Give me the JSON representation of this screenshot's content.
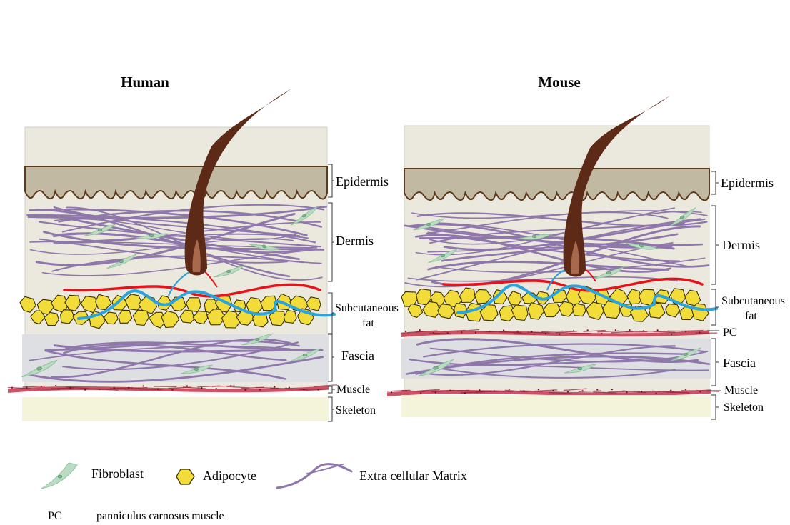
{
  "panels": {
    "human": {
      "title": "Human",
      "labels": {
        "epidermis": "Epidermis",
        "dermis": "Dermis",
        "subcutaneous_line1": "Subcutaneous",
        "subcutaneous_line2": "fat",
        "fascia": "Fascia",
        "muscle": "Muscle",
        "skeleton": "Skeleton"
      }
    },
    "mouse": {
      "title": "Mouse",
      "labels": {
        "epidermis": "Epidermis",
        "dermis": "Dermis",
        "subcutaneous_line1": "Subcutaneous",
        "subcutaneous_line2": "fat",
        "pc": "PC",
        "fascia": "Fascia",
        "muscle": "Muscle",
        "skeleton": "Skeleton"
      }
    }
  },
  "legend": {
    "fibroblast": "Fibroblast",
    "adipocyte": "Adipocyte",
    "ecm": "Extra cellular Matrix"
  },
  "abbreviation": {
    "term": "PC",
    "definition": "panniculus carnosus muscle"
  },
  "colors": {
    "background_panel": "#ebe8dd",
    "epidermis": "#c2b9a3",
    "epidermis_outline": "#5e3a1d",
    "hair": "#5c2a17",
    "ecm": "#8f77ab",
    "fibroblast": "#b9dcc2",
    "adipocyte": "#f1dc3a",
    "artery": "#e8121b",
    "vein": "#2ba4dc",
    "fascia": "#dedfe3",
    "muscle": "#c93e55",
    "skeleton": "#f3f4d9"
  }
}
